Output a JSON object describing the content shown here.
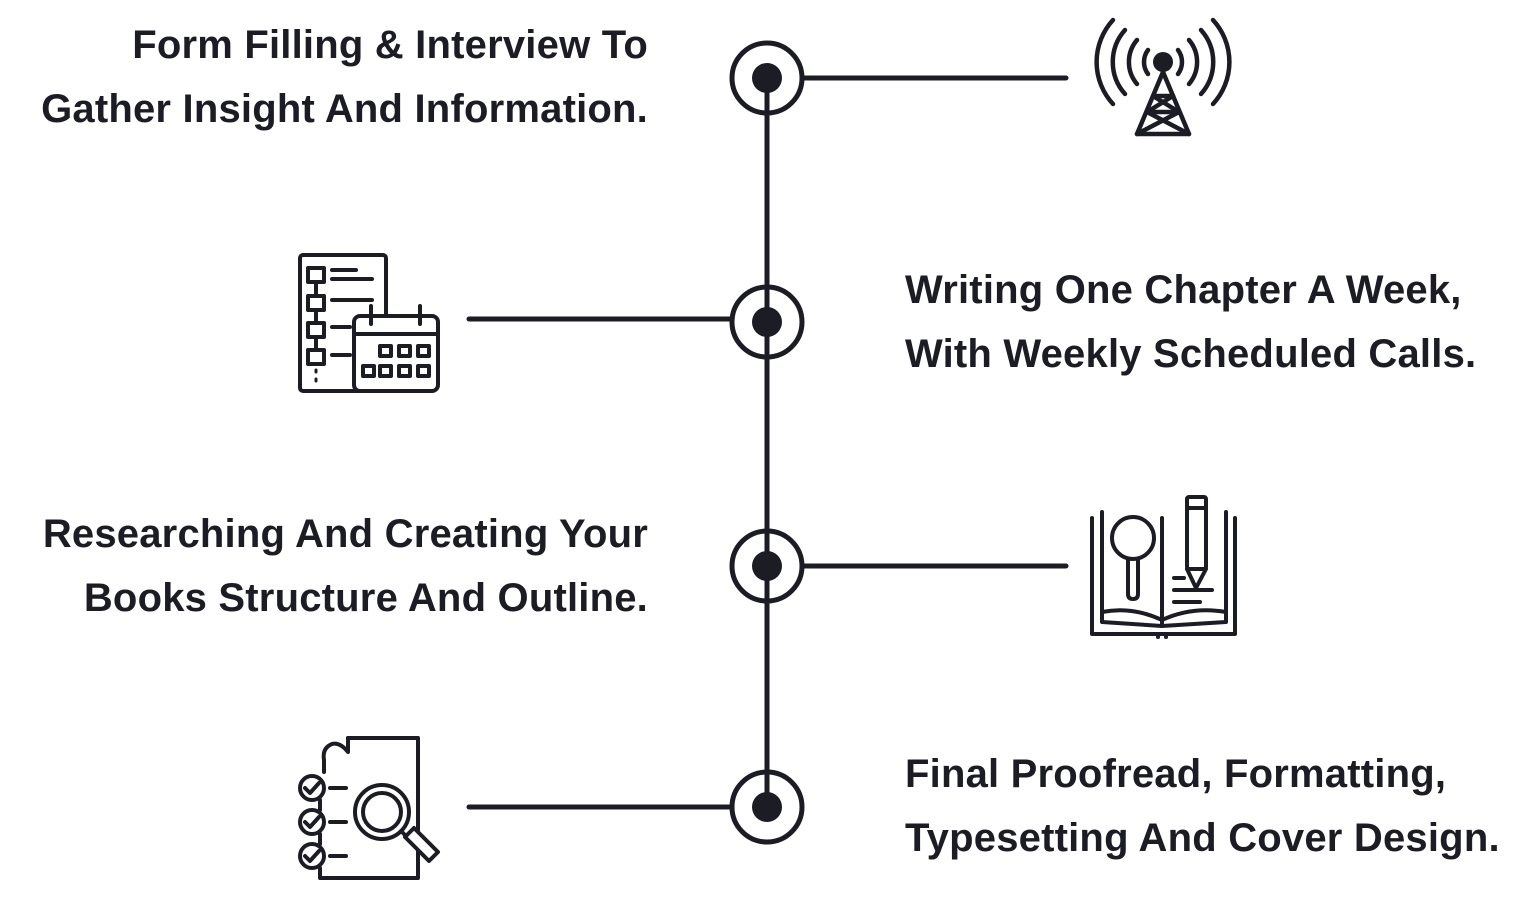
{
  "colors": {
    "ink": "#1c1d24",
    "background": "#ffffff"
  },
  "steps": [
    {
      "line1": "Form Filling & Interview To",
      "line2": "Gather Insight And Information.",
      "icon": "radio-tower-icon"
    },
    {
      "line1": "Writing One Chapter A Week,",
      "line2": "With Weekly Scheduled Calls.",
      "icon": "checklist-calendar-icon"
    },
    {
      "line1": "Researching And Creating Your",
      "line2": "Books Structure And Outline.",
      "icon": "book-research-pen-icon"
    },
    {
      "line1": "Final Proofread, Formatting,",
      "line2": "Typesetting And Cover Design.",
      "icon": "document-magnifier-checklist-icon"
    }
  ]
}
